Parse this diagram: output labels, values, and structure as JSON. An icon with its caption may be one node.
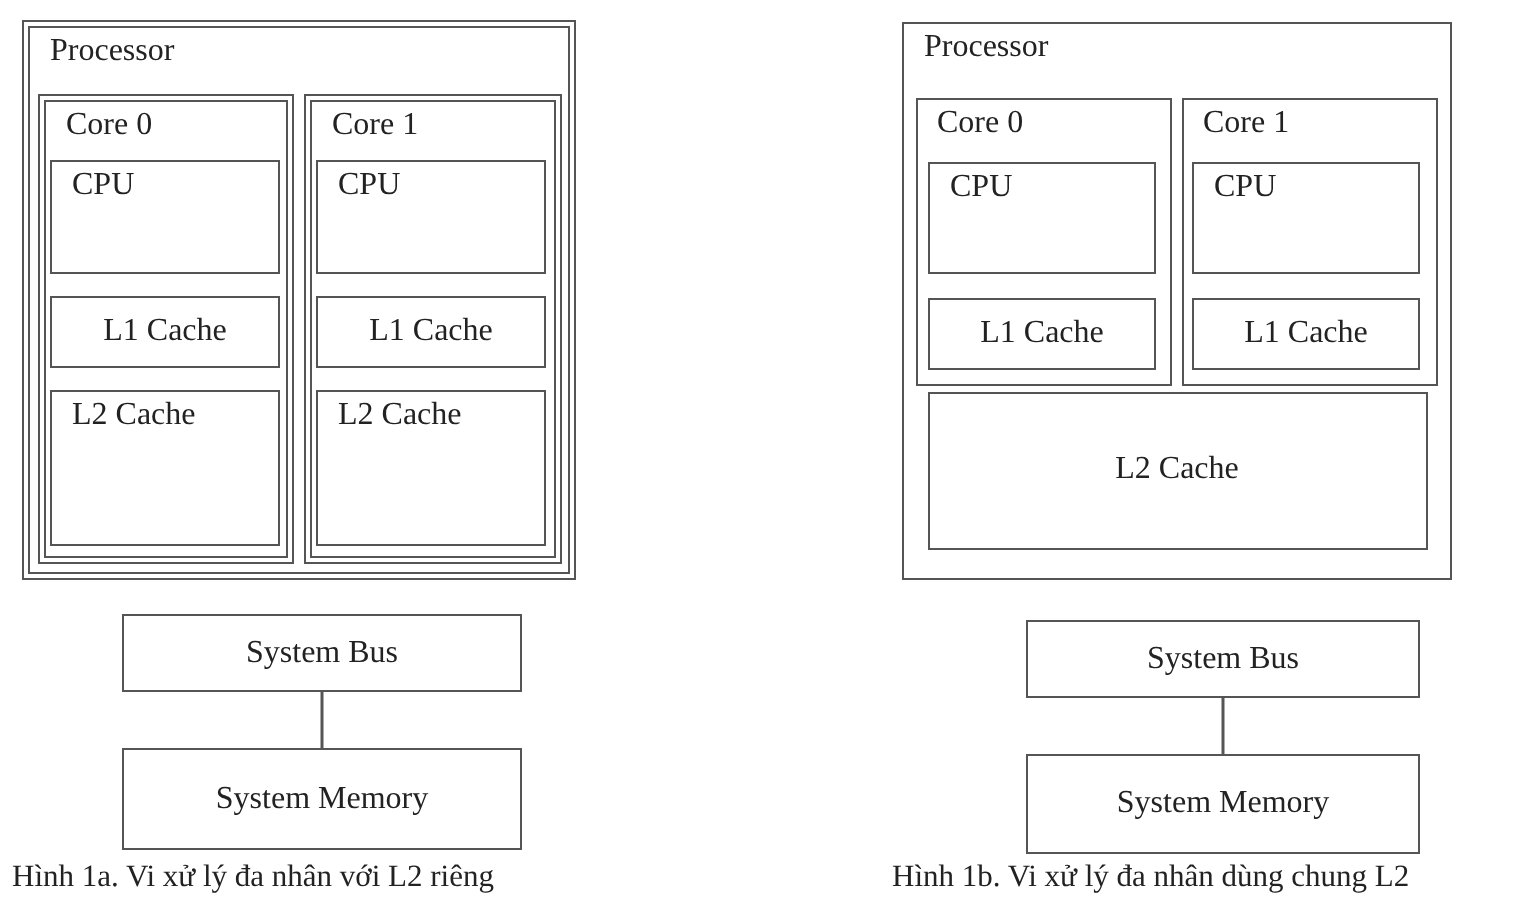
{
  "diagram": {
    "nodes": [
      {
        "text": [
          "Processor"
        ]
      },
      {
        "text": [
          "Core 0"
        ],
        "in": 0
      },
      {
        "text": [
          "CPU"
        ],
        "in": 1
      },
      {
        "text": [
          "L1 Cache"
        ],
        "in": 1
      },
      {
        "text": [
          "L2 Cache"
        ],
        "in": 1
      },
      {
        "text": [
          "Core 1"
        ],
        "in": 0
      },
      {
        "text": [
          "CPU"
        ],
        "in": 5
      },
      {
        "text": [
          "L1 Cache"
        ],
        "in": 5
      },
      {
        "text": [
          "L2 Cache"
        ],
        "in": 5
      },
      {
        "text": [
          "System Bus"
        ]
      },
      {
        "text": [
          "System Memory"
        ]
      },
      {
        "text": [
          "Processor"
        ]
      },
      {
        "text": [
          "Core 0"
        ],
        "in": 11
      },
      {
        "text": [
          "CPU"
        ],
        "in": 12
      },
      {
        "text": [
          "L1 Cache"
        ],
        "in": 12
      },
      {
        "text": [
          "Core 1"
        ],
        "in": 11
      },
      {
        "text": [
          "CPU"
        ],
        "in": 15
      },
      {
        "text": [
          "L1 Cache"
        ],
        "in": 15
      },
      {
        "text": [
          "L2 Cache"
        ],
        "in": 11
      },
      {
        "text": [
          "System Bus"
        ]
      },
      {
        "text": [
          "System Memory"
        ]
      }
    ],
    "edges": [
      {
        "from": 9,
        "to": 10,
        "arrow": "none"
      },
      {
        "from": 19,
        "to": 20,
        "arrow": "none"
      }
    ],
    "labels": [
      "Hình 1a. Vi xử lý đa nhân với L2 riêng",
      "Hình 1b. Vi xử lý đa nhân dùng chung L2"
    ]
  }
}
